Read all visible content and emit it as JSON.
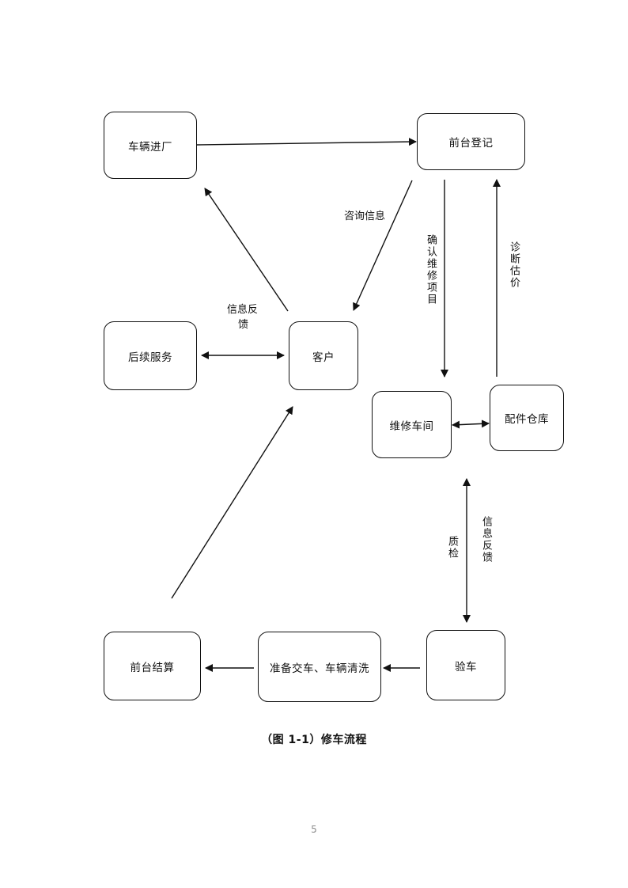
{
  "nodes": {
    "vehicle_entry": "车辆进厂",
    "front_desk_registration": "前台登记",
    "customer": "客户",
    "after_sales_service": "后续服务",
    "repair_workshop": "维修车间",
    "parts_warehouse": "配件仓库",
    "front_desk_settlement": "前台结算",
    "prepare_delivery": "准备交车、车辆清洗",
    "vehicle_inspection": "验车"
  },
  "edge_labels": {
    "consult_info": "咨询信息",
    "confirm_items": "确认维修项目",
    "diagnose_estimate": "诊断估价",
    "feedback_left_line1": "信息反",
    "feedback_left_line2": "馈",
    "quality_check": "质检",
    "feedback_right": "信息反馈"
  },
  "caption": "（图 1-1）修车流程",
  "page_number": "5"
}
